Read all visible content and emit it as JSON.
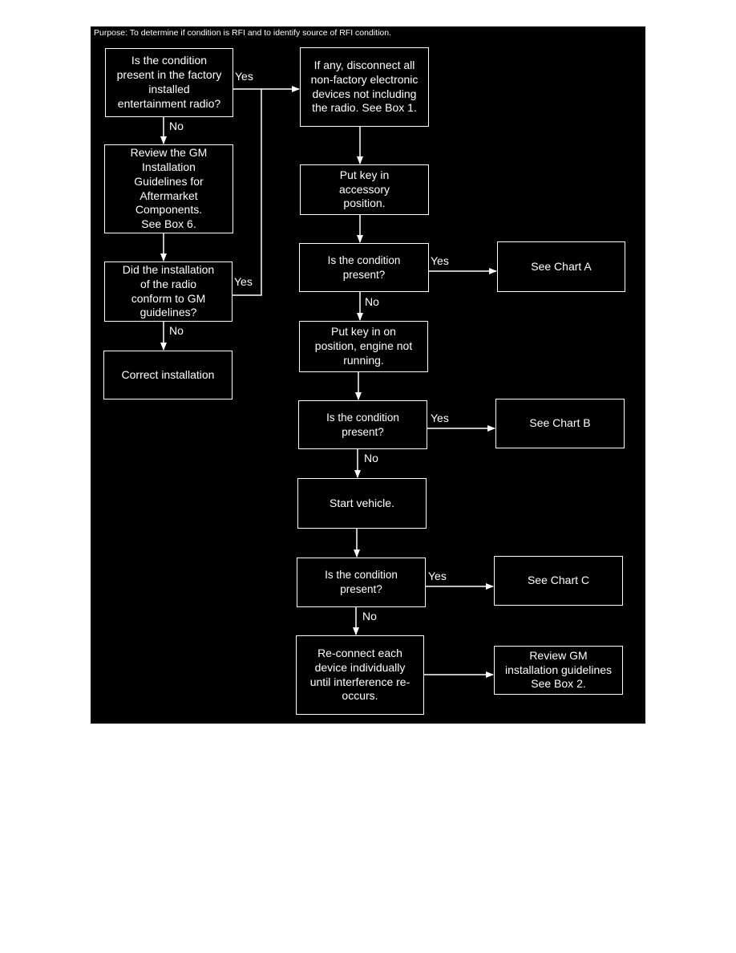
{
  "purpose": "Purpose: To determine if condition is RFI and to identify source of RFI condition.",
  "boxes": {
    "q_factory_radio": "Is the condition\npresent in the factory\ninstalled\nentertainment radio?",
    "review_aftermarket": "Review the GM\nInstallation\nGuidelines for\nAftermarket\nComponents.\nSee Box 6.",
    "q_install_conform": "Did the installation\nof the radio\nconform to GM\nguidelines?",
    "correct_install": "Correct installation",
    "disconnect_devices": "If any, disconnect all\nnon-factory electronic\ndevices not including\nthe radio.  See Box 1.",
    "key_accessory": "Put key in\naccessory\nposition.",
    "q_present_1": "Is the condition\npresent?",
    "chart_a": "See Chart A",
    "key_on": "Put key in on\nposition, engine not\nrunning.",
    "q_present_2": "Is the condition\npresent?",
    "chart_b": "See Chart B",
    "start_vehicle": "Start vehicle.",
    "q_present_3": "Is the condition\npresent?",
    "chart_c": "See Chart C",
    "reconnect": "Re-connect each\ndevice individually\nuntil interference re-\noccurs.",
    "review_box2": "Review GM\ninstallation guidelines\nSee Box 2."
  },
  "labels": {
    "yes": "Yes",
    "no": "No"
  },
  "colors": {
    "background": "#000000",
    "foreground": "#ffffff"
  }
}
